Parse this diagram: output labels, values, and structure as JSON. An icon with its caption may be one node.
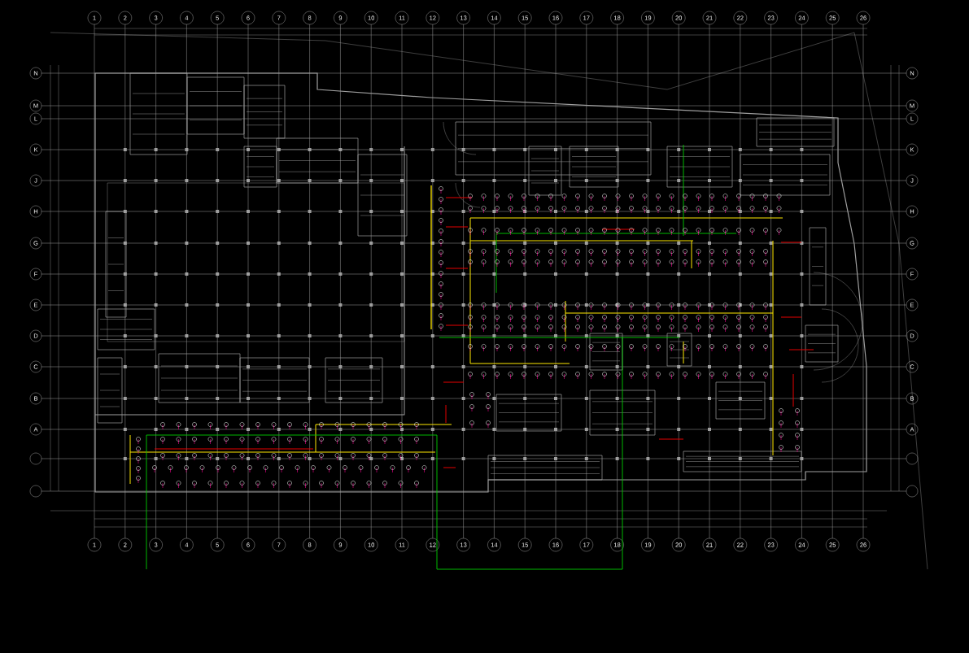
{
  "diagram": {
    "labels": [
      "1",
      "2",
      "3",
      "4",
      "5",
      "6",
      "7",
      "8",
      "9",
      "10",
      "11",
      "12",
      "13",
      "14",
      "15",
      "16",
      "17",
      "18",
      "19",
      "20",
      "21",
      "22",
      "23",
      "24",
      "25",
      "26",
      "N",
      "N",
      "M",
      "M",
      "L",
      "L",
      "K",
      "K",
      "J",
      "J",
      "H",
      "H",
      "G",
      "G",
      "F",
      "F",
      "E",
      "E",
      "D",
      "D",
      "C",
      "C",
      "B",
      "B",
      "A",
      "A",
      "1",
      "2",
      "3",
      "4",
      "5",
      "6",
      "7",
      "8",
      "9",
      "10",
      "11",
      "12",
      "13",
      "14",
      "15",
      "16",
      "17",
      "18",
      "19",
      "20",
      "21",
      "22",
      "23",
      "24",
      "25",
      "26"
    ]
  }
}
